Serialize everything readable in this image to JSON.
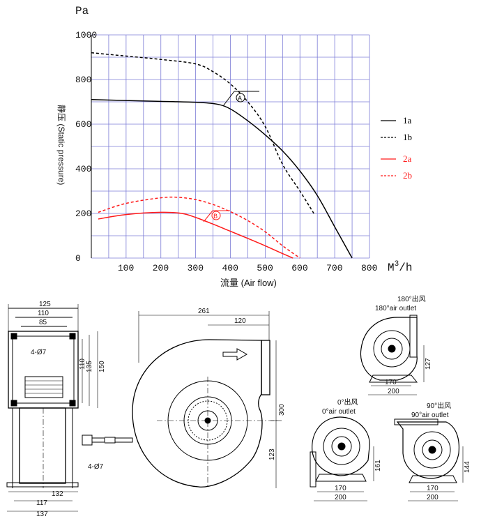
{
  "chart_data": {
    "type": "line",
    "y_unit": "Pa",
    "ylabel": "静压 (Static pressure)",
    "xlabel": "流量 (Air flow)",
    "x_unit_base": "M",
    "x_unit_sup": "3",
    "x_unit_tail": "/h",
    "xlim": [
      0,
      800
    ],
    "ylim": [
      0,
      1000
    ],
    "x_ticks": [
      "100",
      "200",
      "300",
      "400",
      "500",
      "600",
      "700",
      "800"
    ],
    "y_ticks": [
      "1000",
      "800",
      "600",
      "400",
      "200",
      "0"
    ],
    "grid": true,
    "legend_position": "right",
    "colors": {
      "black": "#000000",
      "red": "#ff1a1a",
      "grid": "#7b7bd6"
    },
    "series": [
      {
        "name": "1a",
        "color": "#000000",
        "dashed": false,
        "x": [
          0,
          100,
          200,
          300,
          360,
          400,
          450,
          500,
          550,
          600,
          650,
          700,
          750
        ],
        "y": [
          710,
          706,
          702,
          698,
          690,
          668,
          615,
          552,
          480,
          390,
          280,
          140,
          0
        ]
      },
      {
        "name": "1b",
        "color": "#000000",
        "dashed": true,
        "x": [
          0,
          100,
          200,
          300,
          350,
          400,
          450,
          500,
          550,
          600,
          640
        ],
        "y": [
          920,
          905,
          890,
          870,
          835,
          780,
          700,
          590,
          420,
          300,
          200
        ]
      },
      {
        "name": "2a",
        "color": "#ff1a1a",
        "dashed": false,
        "x": [
          20,
          100,
          200,
          260,
          300,
          350,
          400,
          450,
          500,
          550,
          580
        ],
        "y": [
          175,
          195,
          205,
          200,
          182,
          152,
          120,
          88,
          55,
          20,
          0
        ]
      },
      {
        "name": "2b",
        "color": "#ff1a1a",
        "dashed": true,
        "x": [
          20,
          100,
          200,
          250,
          300,
          350,
          400,
          450,
          500,
          550,
          600
        ],
        "y": [
          205,
          245,
          270,
          272,
          262,
          240,
          208,
          168,
          118,
          55,
          0
        ]
      }
    ],
    "annotations": [
      {
        "text": "A",
        "x": 430,
        "y": 700
      },
      {
        "text": "B",
        "x": 355,
        "y": 190
      }
    ]
  },
  "drawings": {
    "side_view": {
      "dims_top": [
        "125",
        "110",
        "85"
      ],
      "dims_right": [
        "110",
        "135",
        "150"
      ],
      "hole_top": "4-Ø7",
      "hole_bottom": "4-Ø7",
      "dims_bottom": [
        "132",
        "117",
        "137"
      ]
    },
    "front_view": {
      "dims_top": [
        "261",
        "120"
      ],
      "dims_right": [
        "300",
        "123"
      ]
    },
    "outlet_180": {
      "title_cn": "180°出风",
      "title_en": "180°air outlet",
      "dims": [
        "127",
        "170",
        "200"
      ]
    },
    "outlet_0": {
      "title_cn": "0°出风",
      "title_en": "0°air outlet",
      "dims": [
        "161",
        "170",
        "200"
      ]
    },
    "outlet_90": {
      "title_cn": "90°出风",
      "title_en": "90°air outlet",
      "dims": [
        "144",
        "170",
        "200"
      ]
    }
  }
}
